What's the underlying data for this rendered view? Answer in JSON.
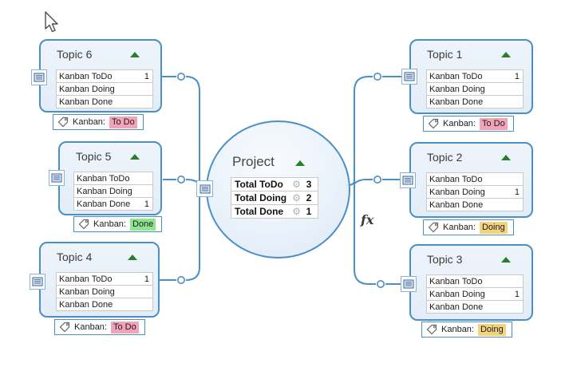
{
  "app": {
    "view": "mind-map-canvas"
  },
  "colors": {
    "connector": "#4a8fc7",
    "box_border": "#4a8fc7",
    "box_fill_top": "#eef4fb",
    "box_fill_bottom": "#e3edf8",
    "collapse_arrow": "#2a7e2a",
    "status_todo_bg": "#f2a3b8",
    "status_doing_bg": "#f3d37e",
    "status_done_bg": "#8fe48f"
  },
  "icons": {
    "gear_glyph": "⚙",
    "note_marker": "notes-list-icon",
    "tag_marker": "tag-icon",
    "collapse": "collapse-arrow-icon",
    "cursor": "mouse-arrow-cursor"
  },
  "central": {
    "title": "Project",
    "fx_label": "fx",
    "rows": [
      {
        "label": "Total ToDo",
        "value": "3"
      },
      {
        "label": "Total Doing",
        "value": "2"
      },
      {
        "label": "Total Done",
        "value": "1"
      }
    ]
  },
  "topics": [
    {
      "title": "Topic 6",
      "side": "left",
      "position": "top",
      "rows": [
        {
          "label": "Kanban ToDo",
          "value": "1"
        },
        {
          "label": "Kanban Doing",
          "value": ""
        },
        {
          "label": "Kanban Done",
          "value": ""
        }
      ],
      "tag": {
        "label": "Kanban:",
        "value": "To Do",
        "status": "todo"
      }
    },
    {
      "title": "Topic 5",
      "side": "left",
      "position": "middle",
      "rows": [
        {
          "label": "Kanban ToDo",
          "value": ""
        },
        {
          "label": "Kanban Doing",
          "value": ""
        },
        {
          "label": "Kanban Done",
          "value": "1"
        }
      ],
      "tag": {
        "label": "Kanban:",
        "value": "Done",
        "status": "done"
      }
    },
    {
      "title": "Topic 4",
      "side": "left",
      "position": "bottom",
      "rows": [
        {
          "label": "Kanban ToDo",
          "value": "1"
        },
        {
          "label": "Kanban Doing",
          "value": ""
        },
        {
          "label": "Kanban Done",
          "value": ""
        }
      ],
      "tag": {
        "label": "Kanban:",
        "value": "To Do",
        "status": "todo"
      }
    },
    {
      "title": "Topic 1",
      "side": "right",
      "position": "top",
      "rows": [
        {
          "label": "Kanban ToDo",
          "value": "1"
        },
        {
          "label": "Kanban Doing",
          "value": ""
        },
        {
          "label": "Kanban Done",
          "value": ""
        }
      ],
      "tag": {
        "label": "Kanban:",
        "value": "To Do",
        "status": "todo"
      }
    },
    {
      "title": "Topic 2",
      "side": "right",
      "position": "middle",
      "rows": [
        {
          "label": "Kanban ToDo",
          "value": ""
        },
        {
          "label": "Kanban Doing",
          "value": "1"
        },
        {
          "label": "Kanban Done",
          "value": ""
        }
      ],
      "tag": {
        "label": "Kanban:",
        "value": "Doing",
        "status": "doing"
      }
    },
    {
      "title": "Topic 3",
      "side": "right",
      "position": "bottom",
      "rows": [
        {
          "label": "Kanban ToDo",
          "value": ""
        },
        {
          "label": "Kanban Doing",
          "value": "1"
        },
        {
          "label": "Kanban Done",
          "value": ""
        }
      ],
      "tag": {
        "label": "Kanban:",
        "value": "Doing",
        "status": "doing"
      }
    }
  ]
}
